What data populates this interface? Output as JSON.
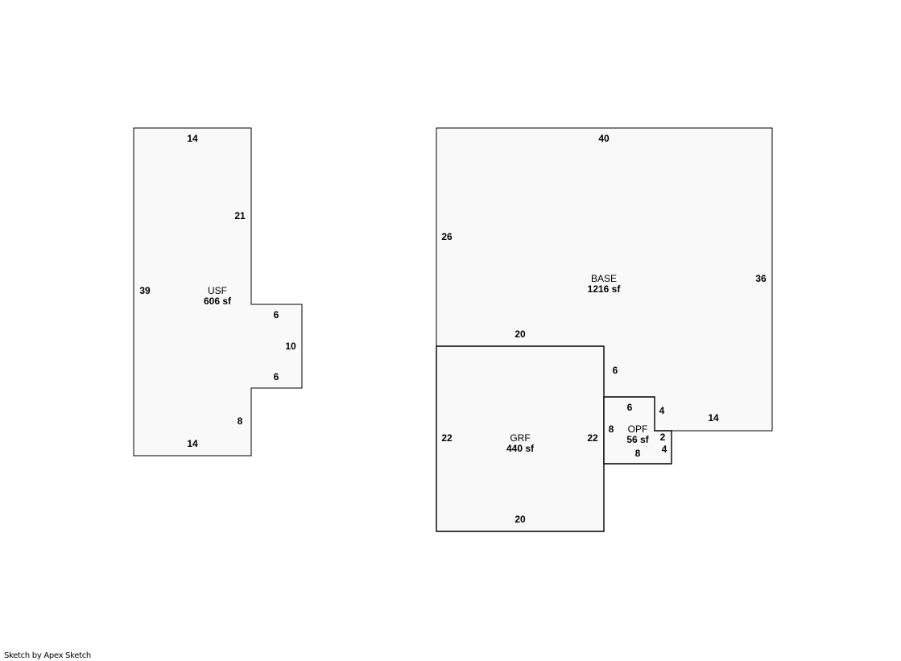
{
  "areas": {
    "usf": {
      "name": "USF",
      "size": "606 sf",
      "dims": [
        "14",
        "21",
        "39",
        "6",
        "10",
        "6",
        "8",
        "14"
      ]
    },
    "base": {
      "name": "BASE",
      "size": "1216 sf",
      "dims": [
        "40",
        "26",
        "36",
        "20",
        "6",
        "4",
        "14"
      ]
    },
    "grf": {
      "name": "GRF",
      "size": "440 sf",
      "dims": [
        "22",
        "22",
        "20"
      ]
    },
    "opf": {
      "name": "OPF",
      "size": "56 sf",
      "dims": [
        "6",
        "8",
        "2",
        "4",
        "8"
      ]
    }
  },
  "footer": {
    "credit": "Sketch by Apex Sketch"
  }
}
